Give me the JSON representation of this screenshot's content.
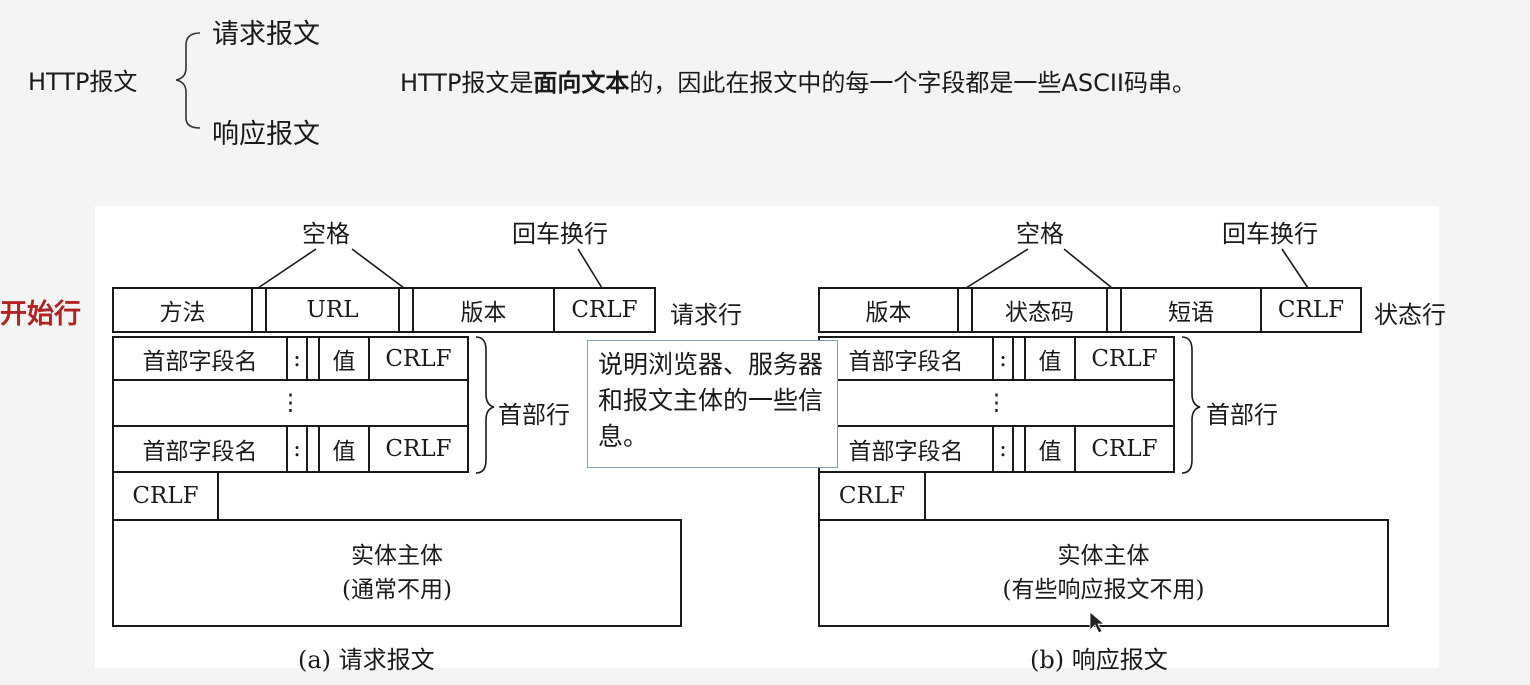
{
  "top": {
    "http_label": "HTTP报文",
    "request": "请求报文",
    "response": "响应报文",
    "desc_pre": "HTTP报文是",
    "desc_bold": "面向文本",
    "desc_post": "的，因此在报文中的每一个字段都是一些ASCII码串。"
  },
  "start_line": "开始行",
  "request_diagram": {
    "space_label": "空格",
    "crlf_label": "回车换行",
    "line_fields": [
      "方法",
      "URL",
      "版本",
      "CRLF"
    ],
    "line_label": "请求行",
    "header_name": "首部字段名",
    "colon": ":",
    "value": "值",
    "crlf": "CRLF",
    "ellipsis": "⋮",
    "header_label": "首部行",
    "body_title": "实体主体",
    "body_note": "(通常不用)",
    "caption": "(a) 请求报文"
  },
  "response_diagram": {
    "space_label": "空格",
    "crlf_label": "回车换行",
    "line_fields": [
      "版本",
      "状态码",
      "短语",
      "CRLF"
    ],
    "line_label": "状态行",
    "header_name": "首部字段名",
    "colon": ":",
    "value": "值",
    "crlf": "CRLF",
    "ellipsis": "⋮",
    "header_label": "首部行",
    "body_title": "实体主体",
    "body_note": "(有些响应报文不用)",
    "caption": "(b) 响应报文"
  },
  "callout": "说明浏览器、服务器和报文主体的一些信息。",
  "colors": {
    "start_line": "#b22222",
    "callout_border": "#7f9fbf"
  }
}
